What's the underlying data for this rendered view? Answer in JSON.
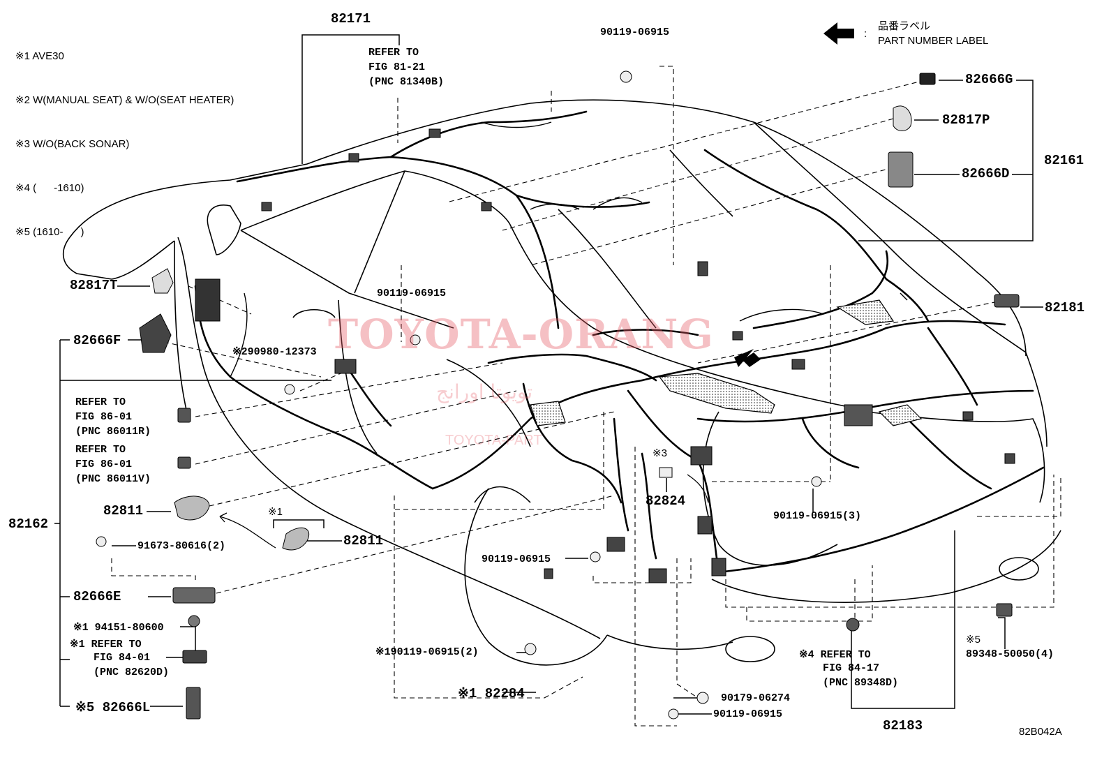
{
  "notes": [
    "※1 AVE30",
    "※2 W(MANUAL SEAT) & W/O(SEAT HEATER)",
    "※3 W/O(BACK SONAR)",
    "※4 (      -1610)",
    "※5 (1610-      )"
  ],
  "legend": {
    "jp": "品番ラベル",
    "en": "PART NUMBER LABEL",
    "icon": "left-arrow-icon"
  },
  "parts": {
    "p82171": "82171",
    "refer1_a": "REFER TO",
    "refer1_b": "FIG 81-21",
    "refer1_c": "(PNC 81340B)",
    "bolt_top": "90119-06915",
    "p82666G": "82666G",
    "p82817P": "82817P",
    "p82161": "82161",
    "p82666D": "82666D",
    "p82181": "82181",
    "p82817T": "82817T",
    "bolt_mid": "90119-06915",
    "p82666F": "82666F",
    "clip_2": "※290980-12373",
    "refer2_a": "REFER TO",
    "refer2_b": "FIG 86-01",
    "refer2_c": "(PNC 86011R)",
    "refer3_a": "REFER TO",
    "refer3_b": "FIG 86-01",
    "refer3_c": "(PNC 86011V)",
    "p82162": "82162",
    "p82811_a": "82811",
    "p82811_b": "82811",
    "note1_bracket": "※1",
    "screw_91673": "91673-80616(2)",
    "note3_mark": "※3",
    "p82824": "82824",
    "bolt_3": "90119-06915(3)",
    "bolt_low": "90119-06915",
    "p82666E": "82666E",
    "p94151": "※1 94151-80600",
    "refer4_a": "※1 REFER TO",
    "refer4_b": "FIG 84-01",
    "refer4_c": "(PNC 82620D)",
    "bolt_2": "※190119-06915(2)",
    "refer5_a": "※4 REFER TO",
    "refer5_b": "FIG 84-17",
    "refer5_c": "(PNC 89348D)",
    "note5_mark": "※5",
    "p89348": "89348-50050(4)",
    "p82284": "※1 82284",
    "p82666L": "※5 82666L",
    "nut_90179": "90179-06274",
    "bolt_bot": "90119-06915",
    "p82183": "82183",
    "code": "82B042A"
  },
  "watermark": {
    "brand": "TOYOTA-ORANG",
    "sub": "TOYOTA-PART",
    "ar": "تويوتا اورانج"
  }
}
